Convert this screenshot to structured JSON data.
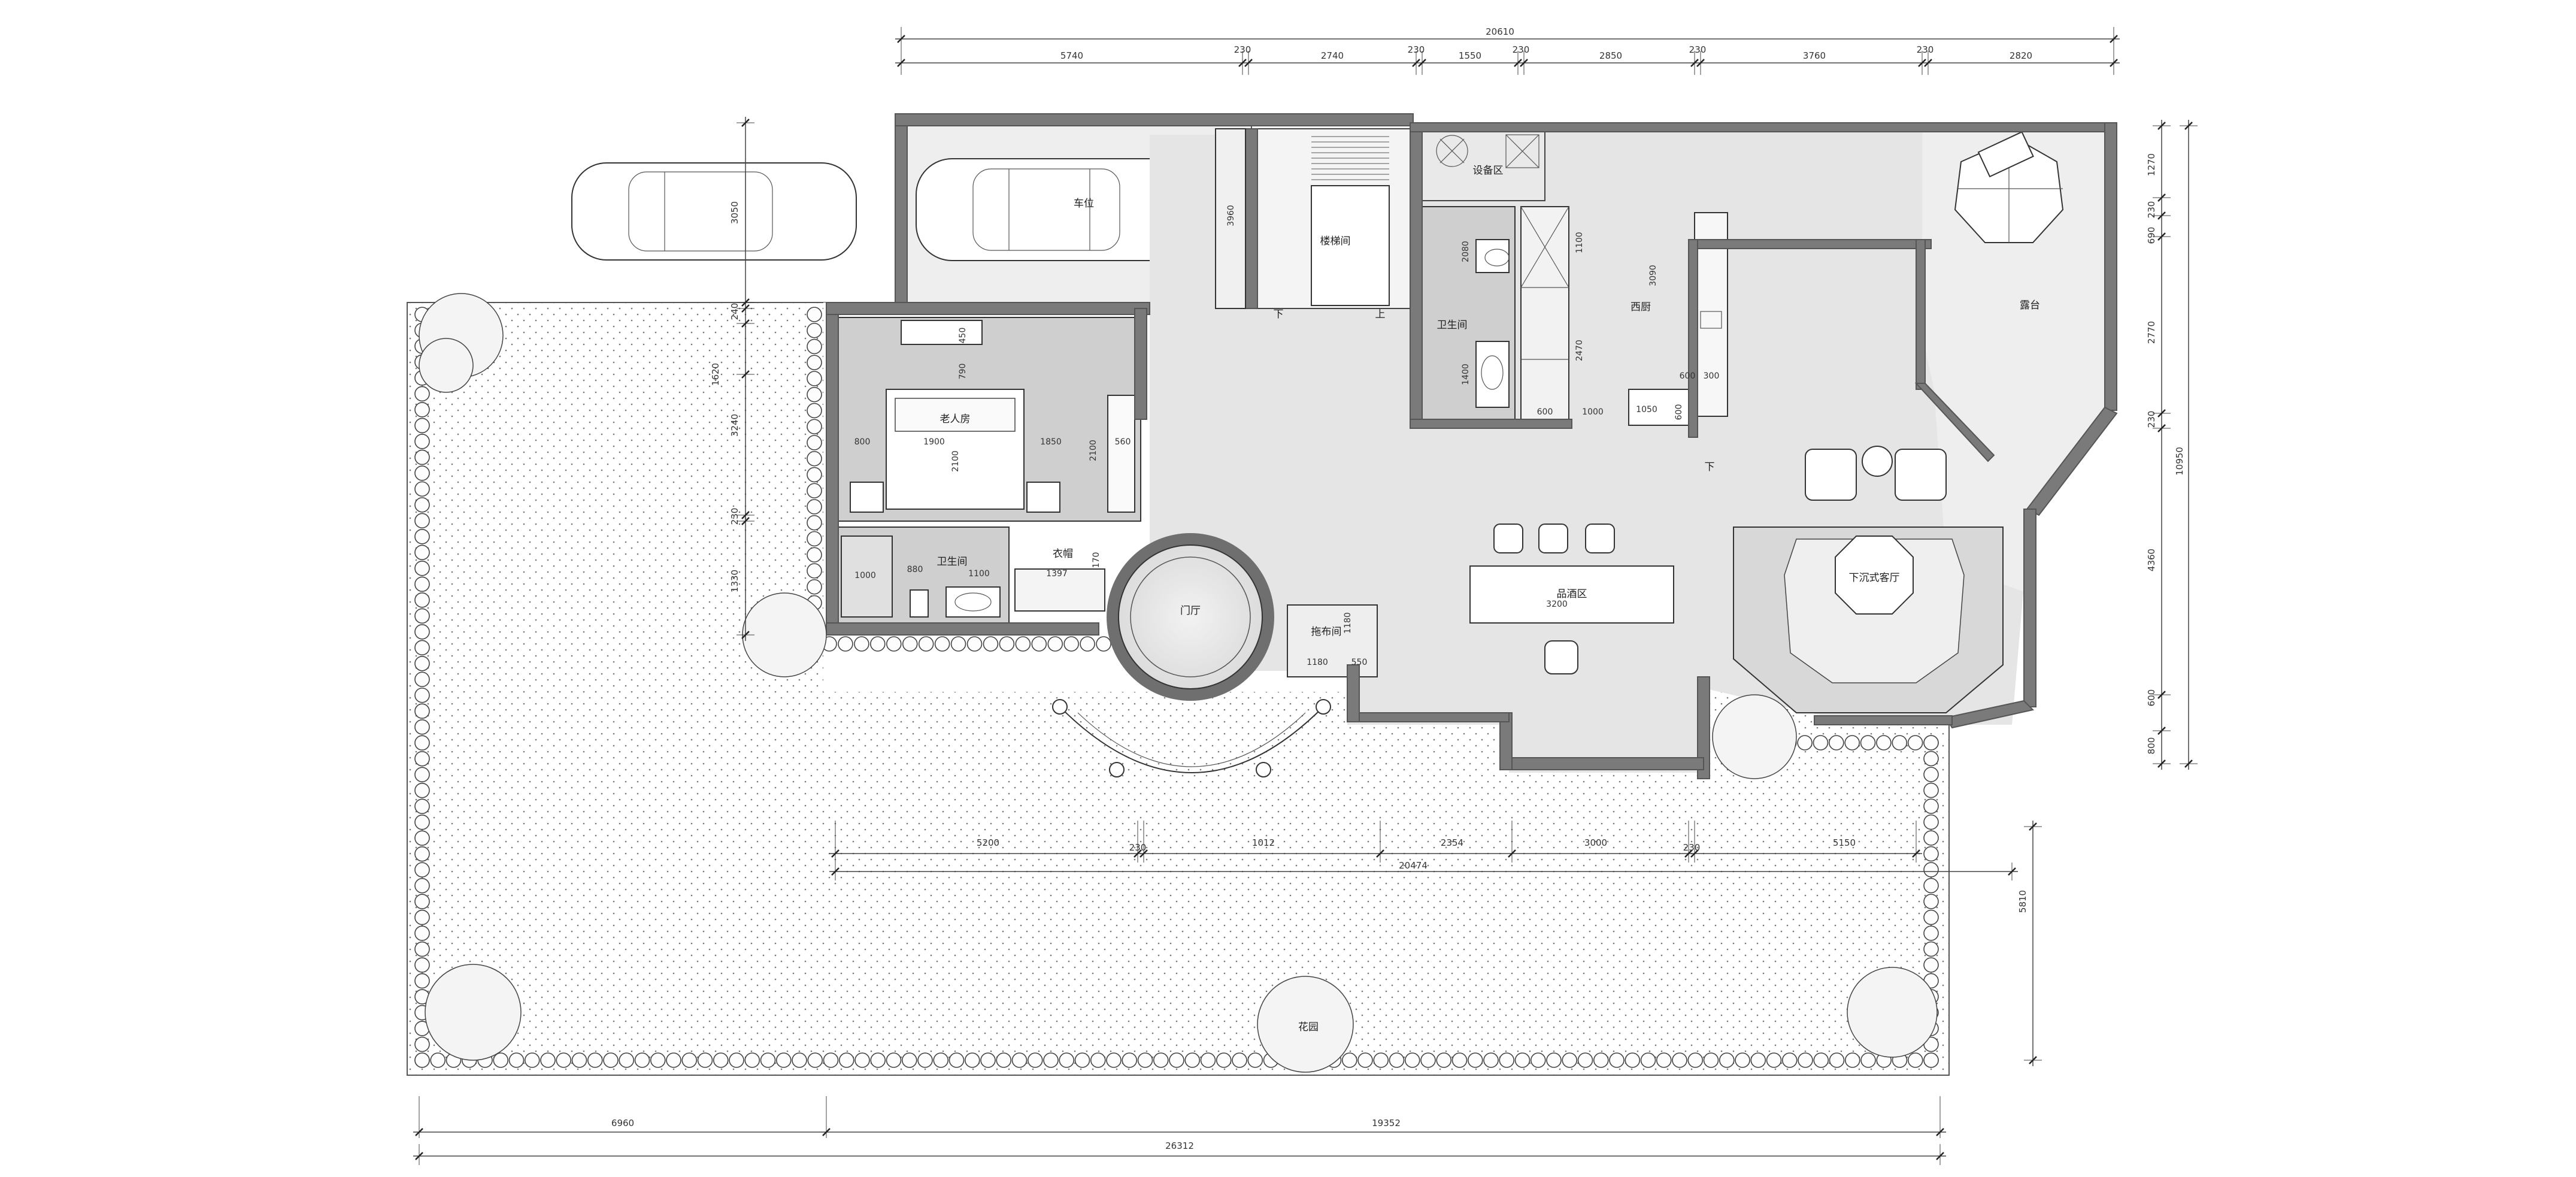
{
  "top_dims": {
    "total": "20610",
    "segments": [
      "5740",
      "230",
      "2740",
      "230",
      "1550",
      "230",
      "2850",
      "230",
      "3760",
      "230",
      "2820"
    ]
  },
  "right_dims": {
    "total": "10950",
    "segments": [
      "1270",
      "230",
      "690",
      "2770",
      "230",
      "4360",
      "600",
      "800"
    ]
  },
  "right_yard_dim": "5810",
  "middle_dims": {
    "total": "20474",
    "segments": [
      "5200",
      "230",
      "1012",
      "2354",
      "3000",
      "230",
      "5150"
    ]
  },
  "bottom_dims": {
    "total": "26312",
    "segments": [
      "6960",
      "19352"
    ]
  },
  "left_dims": [
    "3050",
    "240",
    "1620",
    "3240",
    "230",
    "1330"
  ],
  "rooms": {
    "carport": "车位",
    "stair": "楼梯间",
    "equipment": "设备区",
    "bath_upper": "卫生间",
    "kitchen": "西厨",
    "terrace": "露台",
    "elder_room": "老人房",
    "bath_lower": "卫生间",
    "closet": "衣帽",
    "foyer": "门厅",
    "mop": "拖布间",
    "tasting": "品酒区",
    "sunken_living": "下沉式客厅",
    "stair_down": "下",
    "stair_up": "上",
    "down_label": "下",
    "yard": "花园"
  },
  "room_dims": {
    "carport_depth": "3960",
    "bath_upper_w": "2080",
    "bath_upper_h": "1400",
    "kitchen_a": "1100",
    "kitchen_b": "3090",
    "kitchen_c": "2470",
    "kitchen_d": "600",
    "kitchen_e": "1000",
    "kitchen_f": "1050",
    "kitchen_g": "600",
    "kitchen_h": "300",
    "kitchen_i": "600",
    "elder_a": "450",
    "elder_b": "790",
    "elder_c": "800",
    "elder_w": "1900",
    "elder_d": "2100",
    "elder_e": "1850",
    "elder_f": "2100",
    "elder_g": "560",
    "bath_lower_a": "1000",
    "bath_lower_b": "880",
    "bath_lower_c": "1100",
    "bath_lower_d": "1397",
    "bath_lower_e": "170",
    "mop_a": "1180",
    "mop_b": "1180",
    "mop_c": "550",
    "tasting_w": "3200"
  },
  "colors": {
    "wall": "#7a7a7a",
    "floor": "#e5e5e5",
    "paving": "#f7f7f7"
  }
}
